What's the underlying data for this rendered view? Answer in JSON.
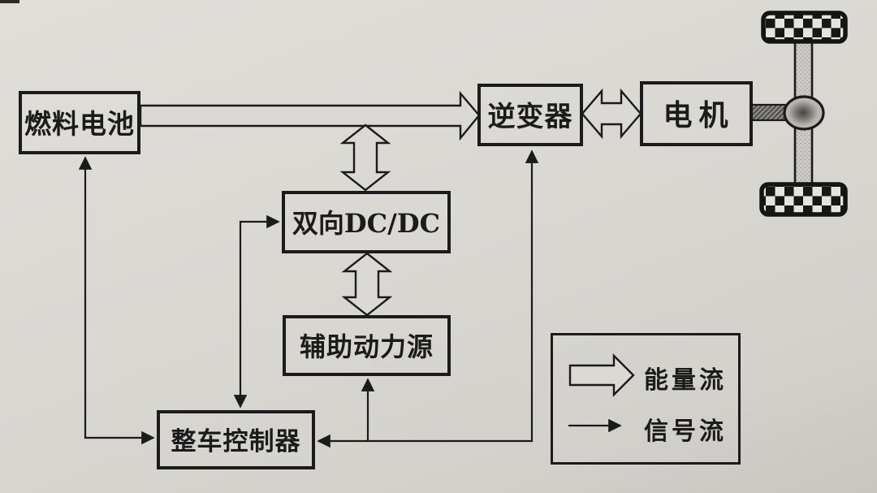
{
  "page": {
    "background_color": "#d9d7d2",
    "ink_color": "#1b1b1b",
    "kind": "fuel-cell vehicle powertrain block diagram"
  },
  "diagram": {
    "nodes": {
      "fuel_cell": {
        "label": "燃料电池"
      },
      "inverter": {
        "label": "逆变器"
      },
      "motor": {
        "label": "电机"
      },
      "dcdc": {
        "label": "双向DC/DC"
      },
      "aux_power": {
        "label": "辅助动力源"
      },
      "vehicle_controller": {
        "label": "整车控制器"
      }
    },
    "legend": {
      "energy_flow_label": "能量流",
      "signal_flow_label": "信号流"
    },
    "edges": [
      {
        "from": "fuel_cell",
        "to": "inverter",
        "type": "energy",
        "direction": "one-way"
      },
      {
        "from": "fuel_cell_dc_bus",
        "to": "dcdc",
        "type": "energy",
        "direction": "two-way"
      },
      {
        "from": "dcdc",
        "to": "aux_power",
        "type": "energy",
        "direction": "two-way"
      },
      {
        "from": "inverter",
        "to": "motor",
        "type": "energy",
        "direction": "two-way"
      },
      {
        "from": "vehicle_controller",
        "to": "fuel_cell",
        "type": "signal",
        "direction": "two-way"
      },
      {
        "from": "vehicle_controller",
        "to": "dcdc",
        "type": "signal",
        "direction": "two-way"
      },
      {
        "from": "vehicle_controller",
        "to": "inverter",
        "type": "signal",
        "direction": "two-way"
      },
      {
        "from": "vehicle_controller",
        "to": "aux_power",
        "type": "signal",
        "direction": "one-way"
      }
    ],
    "icons": {
      "energy_flow": "hollow-block-arrow",
      "signal_flow": "thin-line-arrow",
      "wheel": "checkered-tire",
      "axle": "stippled-shaft",
      "drive_shaft": "hatched-shaft",
      "differential": "shaded-circle"
    }
  }
}
